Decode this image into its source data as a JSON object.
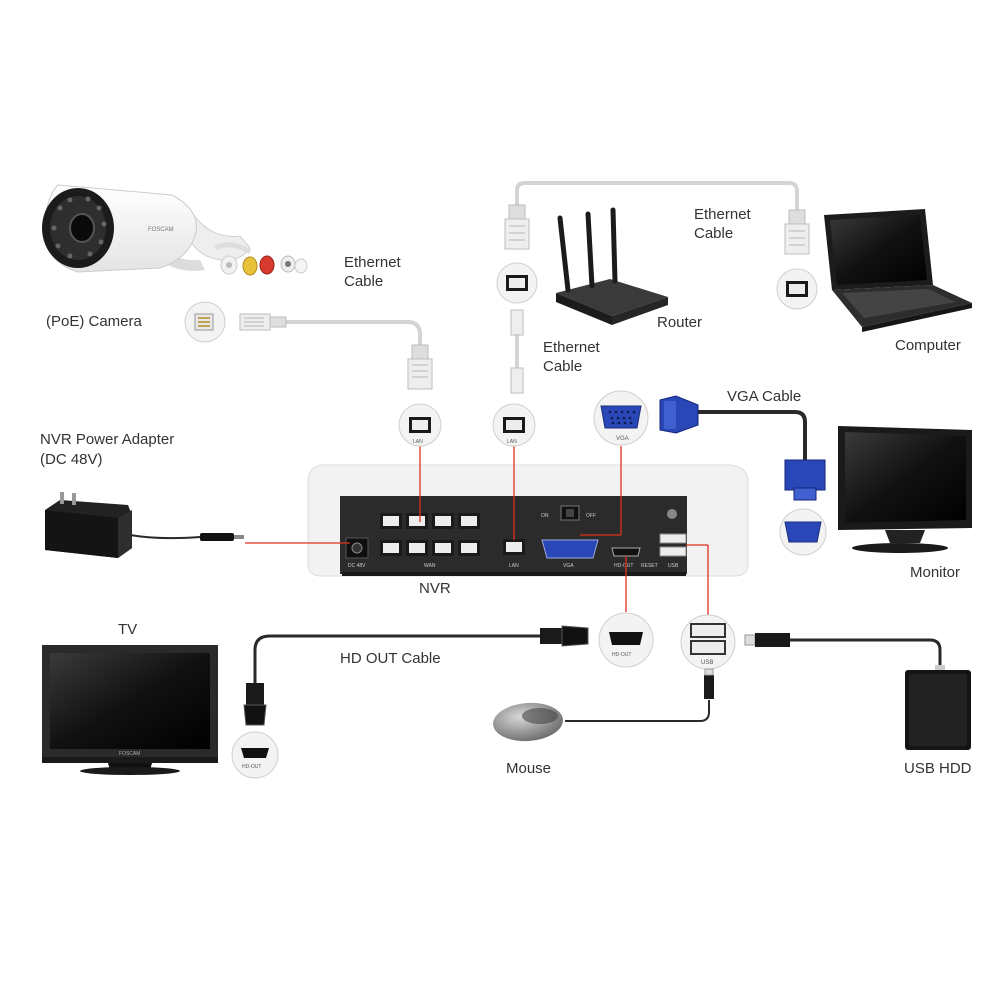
{
  "labels": {
    "poe_camera": "(PoE) Camera",
    "ethernet_cable_camera_line1": "Ethernet",
    "ethernet_cable_camera_line2": "Cable",
    "ethernet_cable_router_line1": "Ethernet",
    "ethernet_cable_router_line2": "Cable",
    "ethernet_cable_computer_line1": "Ethernet",
    "ethernet_cable_computer_line2": "Cable",
    "router": "Router",
    "computer": "Computer",
    "vga_cable": "VGA Cable",
    "monitor": "Monitor",
    "power_adapter_line1": "NVR Power Adapter",
    "power_adapter_line2": "(DC 48V)",
    "nvr": "NVR",
    "tv": "TV",
    "hd_out_cable": "HD OUT Cable",
    "mouse": "Mouse",
    "usb_hdd": "USB HDD"
  },
  "nvr_panel": {
    "dc": "DC 48V",
    "wan": "WAN",
    "lan": "LAN",
    "vga": "VGA",
    "hd_out": "HD-OUT",
    "reset": "RESET",
    "usb": "USB",
    "on": "ON",
    "off": "OFF"
  },
  "callouts": {
    "vga": "VGA",
    "hd_out": "HD-OUT",
    "usb": "USB",
    "tv_hd_out": "HD-OUT",
    "wan": "LAN",
    "lan": "LAN"
  },
  "brand": {
    "camera": "FOSCAM",
    "tv": "FOSCAM"
  },
  "colors": {
    "connector_line": "#e0301e",
    "device_dark": "#2b2b2b",
    "nvr_body": "#f2f2f2",
    "vga_blue": "#2a47b8"
  },
  "icons": [
    "camera",
    "rj45-port",
    "router",
    "laptop",
    "vga-connector",
    "monitor",
    "power-adapter",
    "tv",
    "hdmi-connector",
    "usb-connector",
    "mouse",
    "hard-drive"
  ]
}
